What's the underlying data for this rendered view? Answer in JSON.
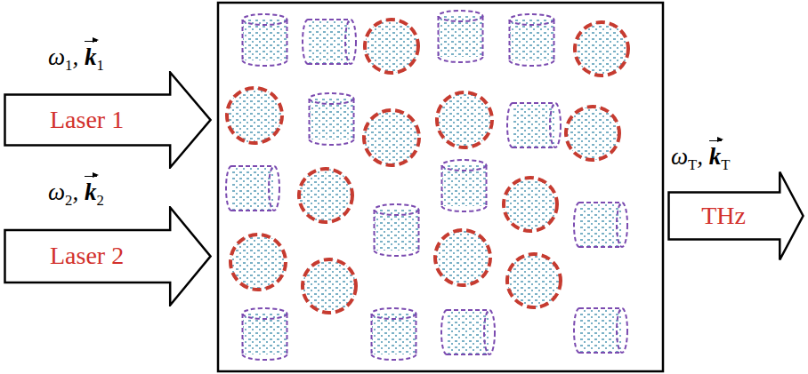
{
  "diagram": {
    "nodes": [
      {
        "text": [
          "ω1, k1",
          "Laser 1"
        ]
      },
      {
        "text": [
          "ω2, k2",
          "Laser 2"
        ]
      },
      {
        "text": [
          "ωT, kT",
          "THz"
        ]
      }
    ]
  }
}
